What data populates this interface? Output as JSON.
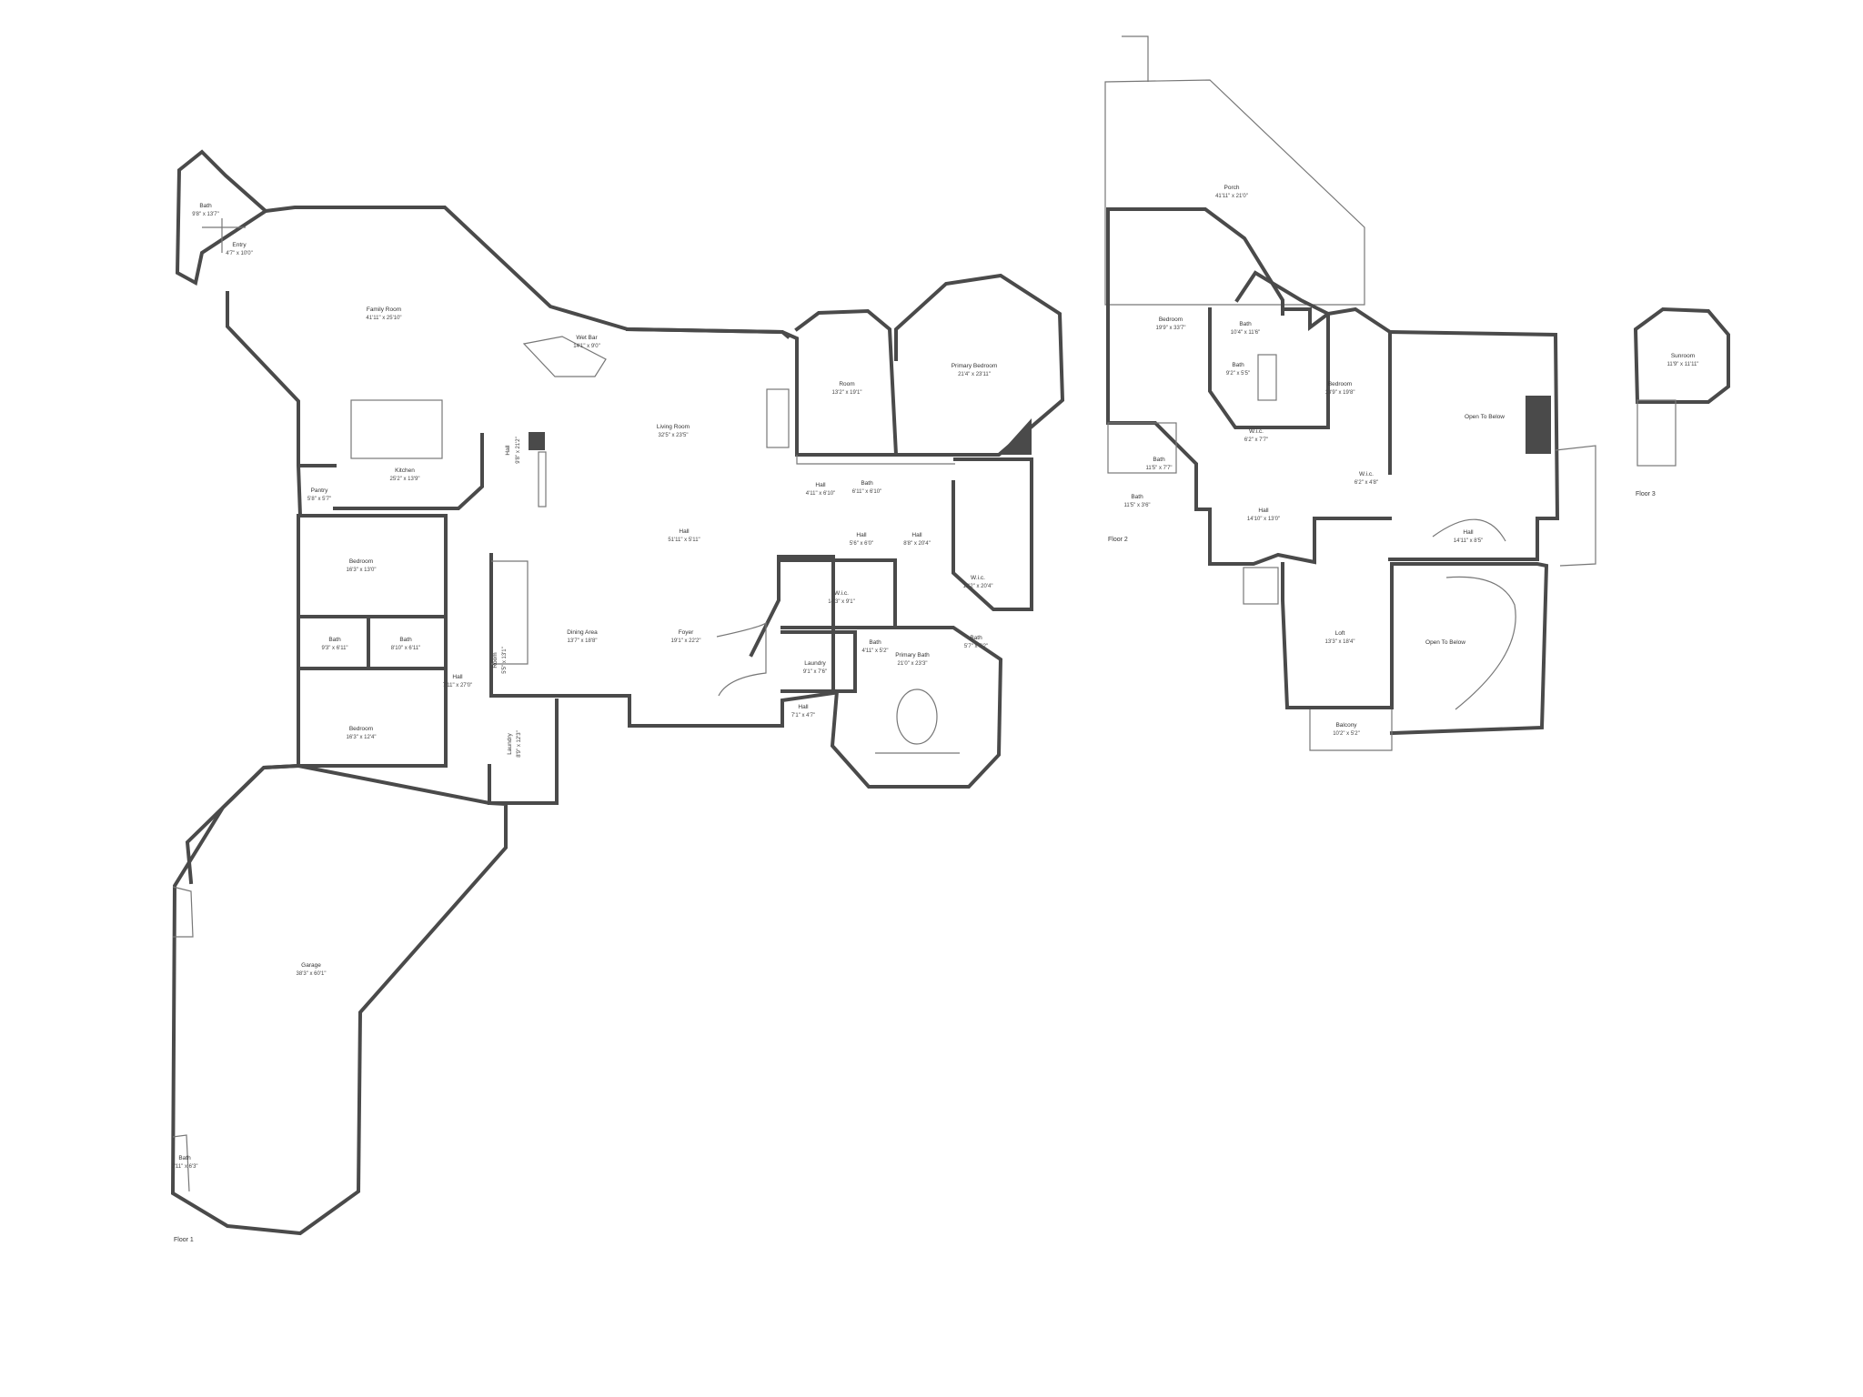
{
  "floors": [
    {
      "label": "Floor 1"
    },
    {
      "label": "Floor 2"
    },
    {
      "label": "Floor 3"
    }
  ],
  "rooms": [
    {
      "name": "Bath",
      "dim": "9'8\" x 13'7\""
    },
    {
      "name": "Entry",
      "dim": "4'7\" x 10'0\""
    },
    {
      "name": "Family Room",
      "dim": "41'11\" x 25'10\""
    },
    {
      "name": "Wet Bar",
      "dim": "14'1\" x 9'0\""
    },
    {
      "name": "Kitchen",
      "dim": "25'2\" x 13'9\""
    },
    {
      "name": "Pantry",
      "dim": "5'8\" x 5'7\""
    },
    {
      "name": "Hall",
      "dim": "9'8\" x 21'2\""
    },
    {
      "name": "Living Room",
      "dim": "32'5\" x 23'5\""
    },
    {
      "name": "Room",
      "dim": "13'2\" x 19'1\""
    },
    {
      "name": "Primary Bedroom",
      "dim": "21'4\" x 23'11\""
    },
    {
      "name": "Hall",
      "dim": "4'11\" x 6'10\""
    },
    {
      "name": "Bath",
      "dim": "6'11\" x 6'10\""
    },
    {
      "name": "Hall",
      "dim": "51'11\" x 5'11\""
    },
    {
      "name": "Hall",
      "dim": "5'6\" x 6'0\""
    },
    {
      "name": "Hall",
      "dim": "8'8\" x 20'4\""
    },
    {
      "name": "Bedroom",
      "dim": "16'3\" x 13'0\""
    },
    {
      "name": "W.i.c.",
      "dim": "14'3\" x 9'1\""
    },
    {
      "name": "W.i.c.",
      "dim": "12'2\" x 20'4\""
    },
    {
      "name": "Bath",
      "dim": "9'3\" x 6'11\""
    },
    {
      "name": "Bath",
      "dim": "8'10\" x 6'11\""
    },
    {
      "name": "Dining Area",
      "dim": "13'7\" x 18'8\""
    },
    {
      "name": "Foyer",
      "dim": "19'1\" x 22'2\""
    },
    {
      "name": "Bath",
      "dim": "4'11\" x 5'2\""
    },
    {
      "name": "Bath",
      "dim": "5'7\" x 5'2\""
    },
    {
      "name": "Room",
      "dim": "5'5\" x 13'1\""
    },
    {
      "name": "Laundry",
      "dim": "9'1\" x 7'6\""
    },
    {
      "name": "Hall",
      "dim": "7'11\" x 27'0\""
    },
    {
      "name": "Primary Bath",
      "dim": "21'0\" x 23'3\""
    },
    {
      "name": "Hall",
      "dim": "7'1\" x 4'7\""
    },
    {
      "name": "Bedroom",
      "dim": "16'3\" x 12'4\""
    },
    {
      "name": "Laundry",
      "dim": "8'9\" x 12'3\""
    },
    {
      "name": "Garage",
      "dim": "38'3\" x 60'1\""
    },
    {
      "name": "Bath",
      "dim": "2'11\" x 6'3\""
    },
    {
      "name": "Porch",
      "dim": "41'11\" x 21'0\""
    },
    {
      "name": "Bedroom",
      "dim": "19'9\" x 33'7\""
    },
    {
      "name": "Bath",
      "dim": "10'4\" x 11'6\""
    },
    {
      "name": "Bath",
      "dim": "9'2\" x 5'5\""
    },
    {
      "name": "Bedroom",
      "dim": "13'9\" x 19'8\""
    },
    {
      "name": "W.i.c.",
      "dim": "6'2\" x 7'7\""
    },
    {
      "name": "Open To Below",
      "dim": ""
    },
    {
      "name": "Bath",
      "dim": "11'5\" x 7'7\""
    },
    {
      "name": "Bath",
      "dim": "11'5\" x 3'6\""
    },
    {
      "name": "W.i.c.",
      "dim": "6'2\" x 4'8\""
    },
    {
      "name": "Hall",
      "dim": "14'10\" x 13'0\""
    },
    {
      "name": "Hall",
      "dim": "14'11\" x 8'5\""
    },
    {
      "name": "Loft",
      "dim": "13'3\" x 18'4\""
    },
    {
      "name": "Open To Below",
      "dim": ""
    },
    {
      "name": "Balcony",
      "dim": "10'2\" x 5'2\""
    },
    {
      "name": "Sunroom",
      "dim": "11'9\" x 11'11\""
    }
  ]
}
